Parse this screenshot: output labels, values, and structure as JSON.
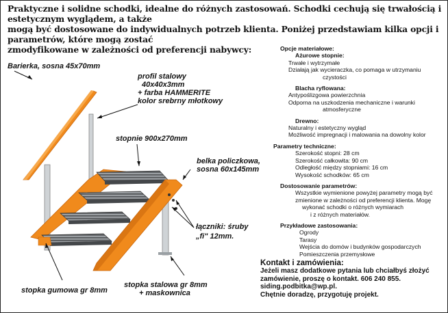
{
  "intro_lines": [
    "Praktyczne i solidne schodki, idealne do różnych zastosowań. Schodki cechują się trwałością i estetycznym wyglądem, a także",
    "mogą być dostosowane do indywidualnych potrzeb klienta. Poniżej przedstawiam kilka opcji i parametrów, które mogą zostać",
    "zmodyfikowane w zależności od preferencji nabywcy:"
  ],
  "labels": {
    "barierka": "Barierka, sosna 45x70mm",
    "profil": [
      "profil stalowy",
      "40x40x3mm",
      "+ farba HAMMERITE",
      "kolor srebrny młotkowy"
    ],
    "stopnie": "stopnie 900x270mm",
    "belka": [
      "belka policzkowa,",
      "sosna 60x145mm"
    ],
    "laczniki": [
      "łączniki: śruby",
      "„fi\" 12mm."
    ],
    "stopka_gumowa": "stopka gumowa gr 8mm",
    "stopka_stalowa": [
      "stopka stalowa gr 8mm",
      "+ maskownica"
    ]
  },
  "spec": {
    "materialy_title": "Opcje materiałowe:",
    "azurowe_title": "Ażurowe stopnie:",
    "azurowe_items": [
      "Trwałe i wytrzymałe",
      "Działają jak wycieraczka, co pomaga w utrzymaniu",
      "czystości"
    ],
    "blacha_title": "Blacha ryflowana:",
    "blacha_items": [
      "Antypoślizgowa powierzchnia",
      "Odporna na uszkodzenia mechaniczne i warunki",
      "atmosferyczne"
    ],
    "drewno_title": "Drewno:",
    "drewno_items": [
      "Naturalny i estetyczny wygląd",
      "Możliwość impregnacji i malowania na dowolny kolor"
    ],
    "techniczne_title": "Parametry techniczne:",
    "techniczne_items": [
      "Szerokość stopni: 28 cm",
      "Szerokość całkowita: 90 cm",
      "Odległość między stopniami: 16 cm",
      "Wysokość schodków: 65 cm"
    ],
    "dostosowanie_title": "Dostosowanie parametrów:",
    "dostosowanie_lines": [
      "Wszystkie wymienione powyżej parametry mogą być",
      "zmienione w zależności od preferencji klienta. Mogę",
      "wykonać schodki o różnych wymiarach",
      "i z różnych materiałów."
    ],
    "zastosowania_title": "Przykładowe zastosowania:",
    "zastosowania_items": [
      "Ogrody",
      "Tarasy",
      "Wejścia do domów i budynków gospodarczych",
      "Pomieszczenia przemysłowe"
    ]
  },
  "contact": {
    "title": "Kontakt i zamówienia:",
    "lines": [
      "Jeżeli masz dodatkowe pytania lub chciałbyś złożyć",
      "zamówienie, proszę o kontakt. 606 240 855.",
      "siding.podbitka@wp.pl.",
      "Chętnie doradzę, przygotuję projekt."
    ]
  },
  "colors": {
    "wood": "#f08a1c",
    "wood_dark": "#c9660c",
    "steel": "#cfd3d6",
    "tread": "#6d6f72"
  }
}
